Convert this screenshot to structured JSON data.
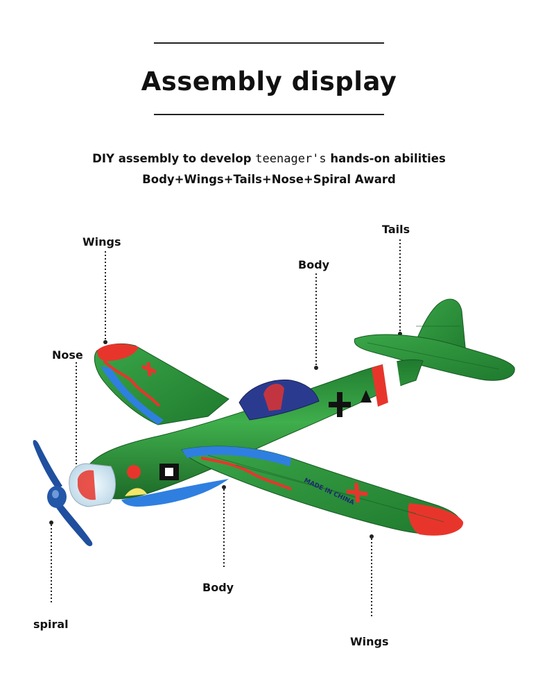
{
  "header": {
    "title": "Assembly display",
    "subtitle_pre": "DIY assembly to develop",
    "subtitle_hand": "teenager's",
    "subtitle_post": "hands-on abilities",
    "subtitle_line2": "Body+Wings+Tails+Nose+Spiral Award"
  },
  "labels": {
    "wings_top": "Wings",
    "tails": "Tails",
    "body_top": "Body",
    "nose": "Nose",
    "body_bottom": "Body",
    "spiral": "spiral",
    "wings_bottom": "Wings"
  },
  "plane": {
    "imprint": "MADE IN CHINA"
  },
  "colors": {
    "body_green": "#2e9a3e",
    "dark_green": "#1f6e2a",
    "wing_red": "#e8352c",
    "wing_blue": "#2f7fe0",
    "propeller": "#1f4f9e"
  }
}
